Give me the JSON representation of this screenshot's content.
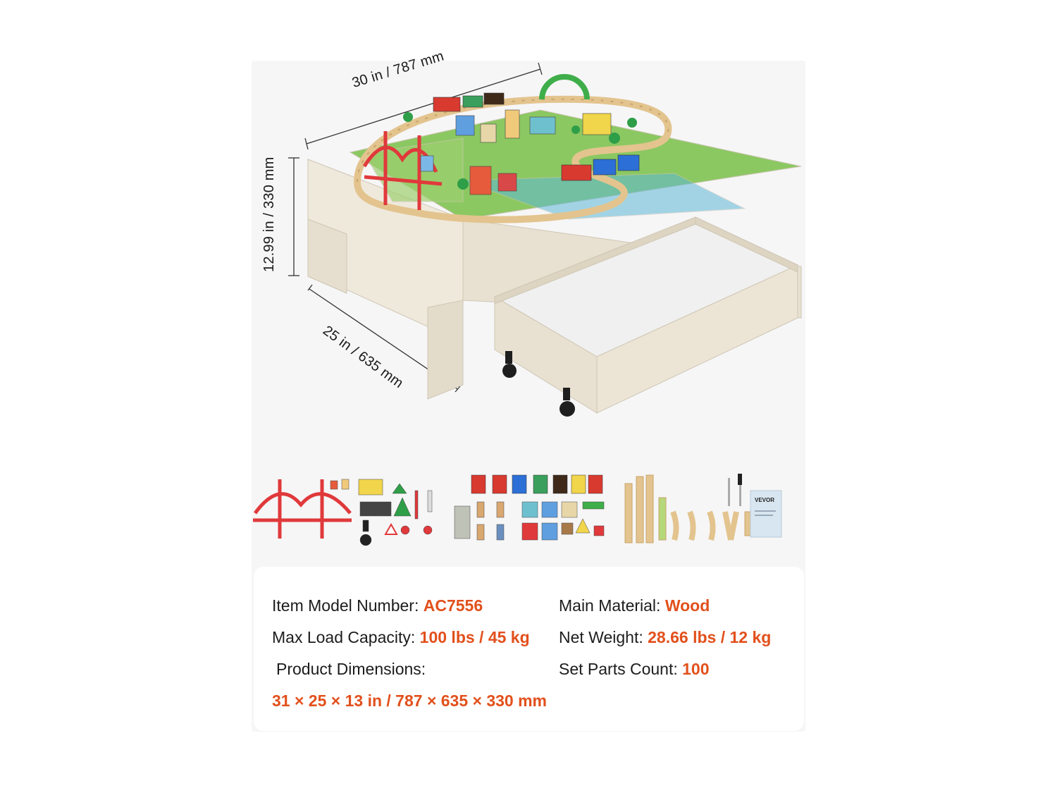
{
  "dimensions": {
    "width": "30 in / 787 mm",
    "height": "12.99 in / 330 mm",
    "depth": "25 in / 635 mm"
  },
  "brand_label": "VEVOR",
  "specs": {
    "model": {
      "label": "Item Model Number: ",
      "value": "AC7556"
    },
    "material": {
      "label": "Main Material: ",
      "value": "Wood"
    },
    "load": {
      "label": "Max Load Capacity: ",
      "value": "100 lbs / 45 kg"
    },
    "weight": {
      "label": "Net Weight: ",
      "value": "28.66 lbs / 12 kg"
    },
    "dims_label": "Product Dimensions:",
    "dims_value": "31 × 25 × 13 in / 787 × 635 × 330 mm",
    "parts": {
      "label": "Set Parts Count: ",
      "value": "100"
    }
  },
  "colors": {
    "accent": "#e2501c",
    "wood": "#ede6d8",
    "track": "#e3c48e",
    "bridge": "#e0393b",
    "grass": "#8bc862",
    "water": "#5fb8d8"
  }
}
